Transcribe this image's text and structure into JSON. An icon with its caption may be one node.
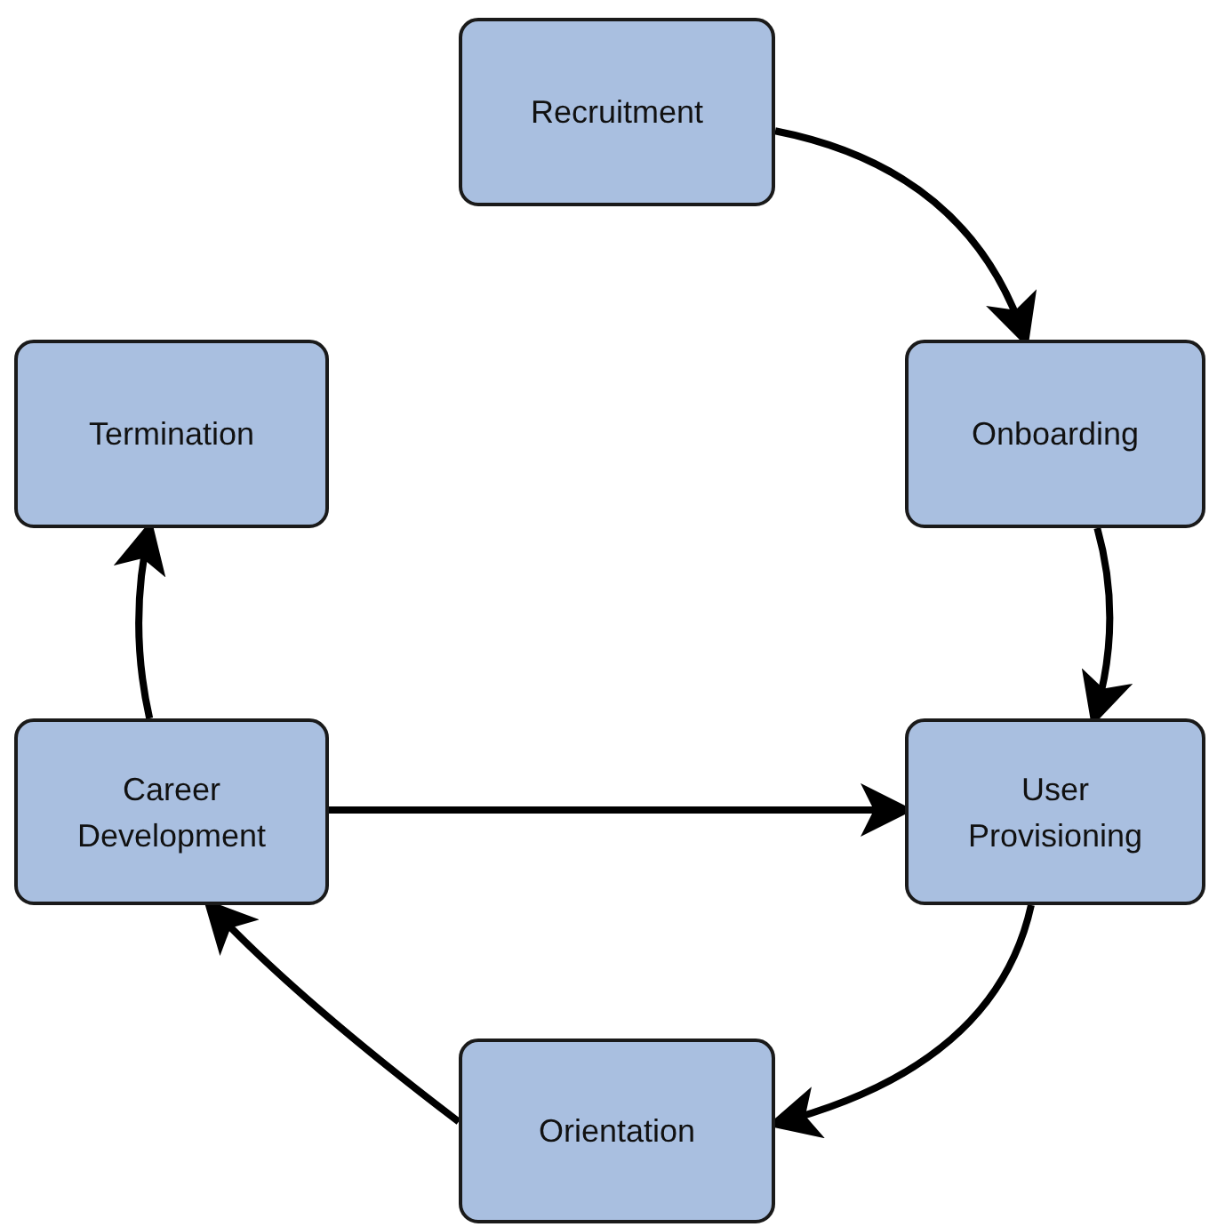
{
  "diagram": {
    "nodes": [
      {
        "text": [
          "Recruitment"
        ]
      },
      {
        "text": [
          "Onboarding"
        ]
      },
      {
        "text": [
          "Termination"
        ]
      },
      {
        "text": [
          "Career Development"
        ]
      },
      {
        "text": [
          "User Provisioning"
        ]
      },
      {
        "text": [
          "Orientation"
        ]
      }
    ],
    "edges": [
      {
        "from": 0,
        "to": 1,
        "arrow": "to"
      },
      {
        "from": 1,
        "to": 4,
        "arrow": "to"
      },
      {
        "from": 4,
        "to": 5,
        "arrow": "to"
      },
      {
        "from": 5,
        "to": 3,
        "arrow": "to"
      },
      {
        "from": 3,
        "to": 2,
        "arrow": "to"
      },
      {
        "from": 3,
        "to": 4,
        "arrow": "to"
      }
    ]
  }
}
